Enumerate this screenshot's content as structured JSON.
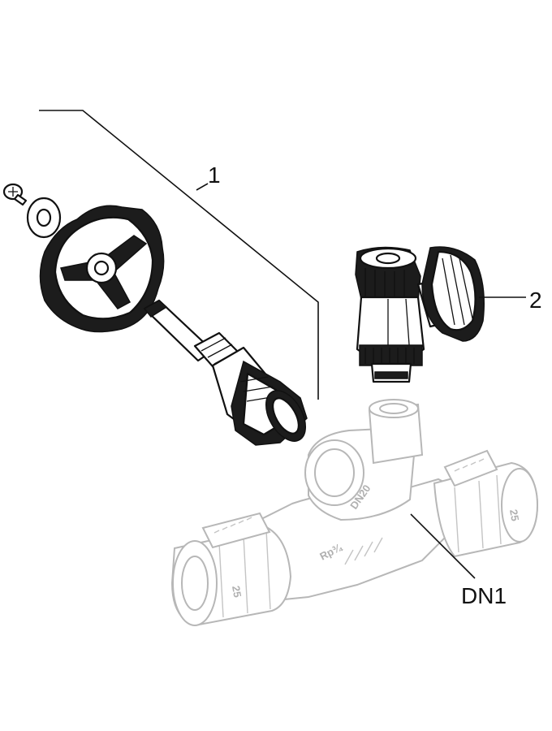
{
  "callouts": {
    "part_1": "1",
    "part_2": "2",
    "body_label": "DN1"
  },
  "body_markings": {
    "nominal": "DN20",
    "thread": "Rp¾",
    "size_right": "25",
    "size_left": "25"
  },
  "colors": {
    "ink": "#111111",
    "ghost": "#b7b7b7",
    "background": "#ffffff"
  }
}
